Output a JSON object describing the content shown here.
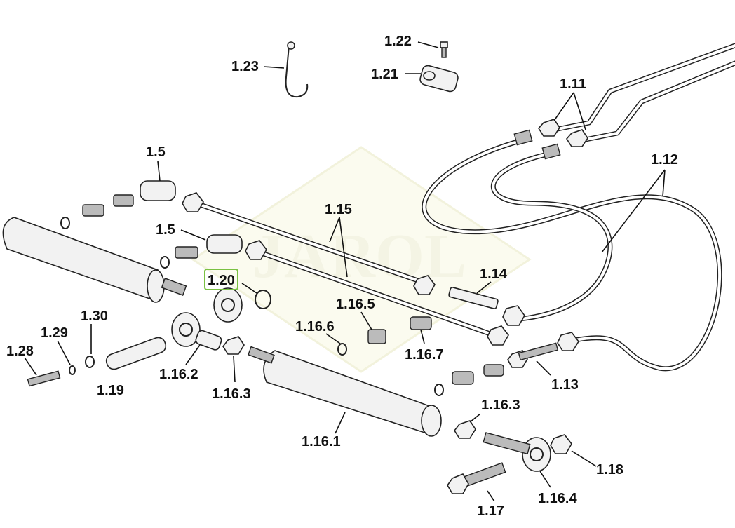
{
  "diagram": {
    "watermark": "JAROL",
    "highlighted": "1.20",
    "labels": {
      "l122": "1.22",
      "l121": "1.21",
      "l123": "1.23",
      "l111": "1.11",
      "l15a": "1.5",
      "l112": "1.12",
      "l115": "1.15",
      "l15b": "1.5",
      "l114": "1.14",
      "l120": "1.20",
      "l1165": "1.16.5",
      "l130": "1.30",
      "l129": "1.29",
      "l1166": "1.16.6",
      "l1167": "1.16.7",
      "l128": "1.28",
      "l1162": "1.16.2",
      "l119": "1.19",
      "l1163a": "1.16.3",
      "l113": "1.13",
      "l1163b": "1.16.3",
      "l1161": "1.16.1",
      "l118": "1.18",
      "l117": "1.17",
      "l1164": "1.16.4"
    },
    "colors": {
      "highlight": "#7ac142"
    }
  }
}
